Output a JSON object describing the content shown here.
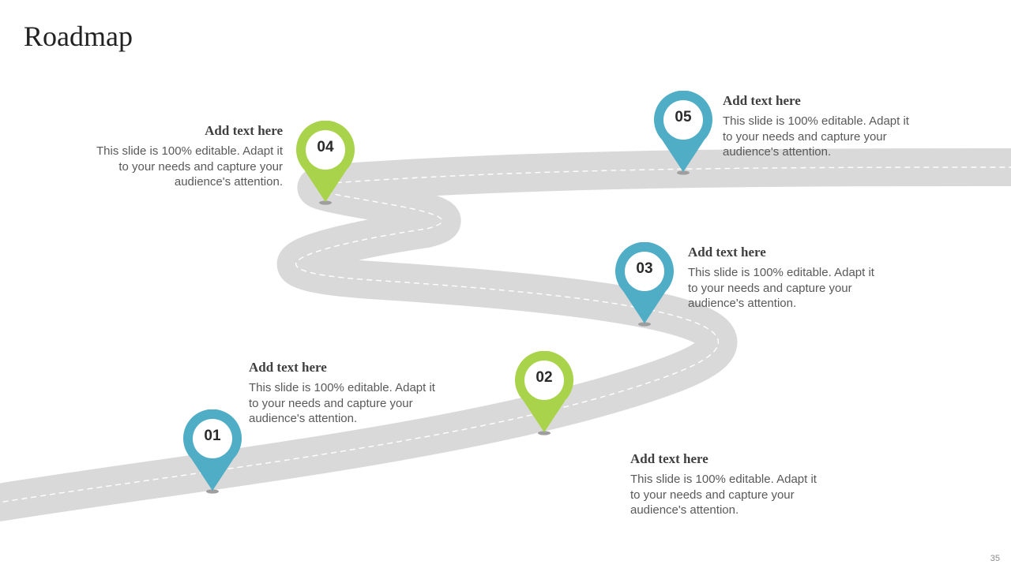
{
  "title": "Roadmap",
  "page_number": "35",
  "colors": {
    "road": "#d9d9d9",
    "road_dash": "#ffffff",
    "pin_blue": "#4fadc6",
    "pin_green": "#a8d34a",
    "pin_shadow": "#9e9e9e",
    "heading_text": "#3f3f3f",
    "body_text": "#595959"
  },
  "milestones": [
    {
      "number": "01",
      "color": "pin_blue",
      "heading": "Add text here",
      "body": "This slide is 100% editable. Adapt it to your needs and capture your audience's attention."
    },
    {
      "number": "02",
      "color": "pin_green",
      "heading": "Add text here",
      "body": "This slide is 100% editable. Adapt it to your needs and capture your audience's attention."
    },
    {
      "number": "03",
      "color": "pin_blue",
      "heading": "Add text here",
      "body": "This slide is 100% editable. Adapt it to your needs and capture your audience's attention."
    },
    {
      "number": "04",
      "color": "pin_green",
      "heading": "Add text here",
      "body": "This slide is 100% editable. Adapt it to your needs and capture your audience's attention."
    },
    {
      "number": "05",
      "color": "pin_blue",
      "heading": "Add text here",
      "body": "This slide is 100% editable. Adapt it to your needs and capture your audience's attention."
    }
  ]
}
